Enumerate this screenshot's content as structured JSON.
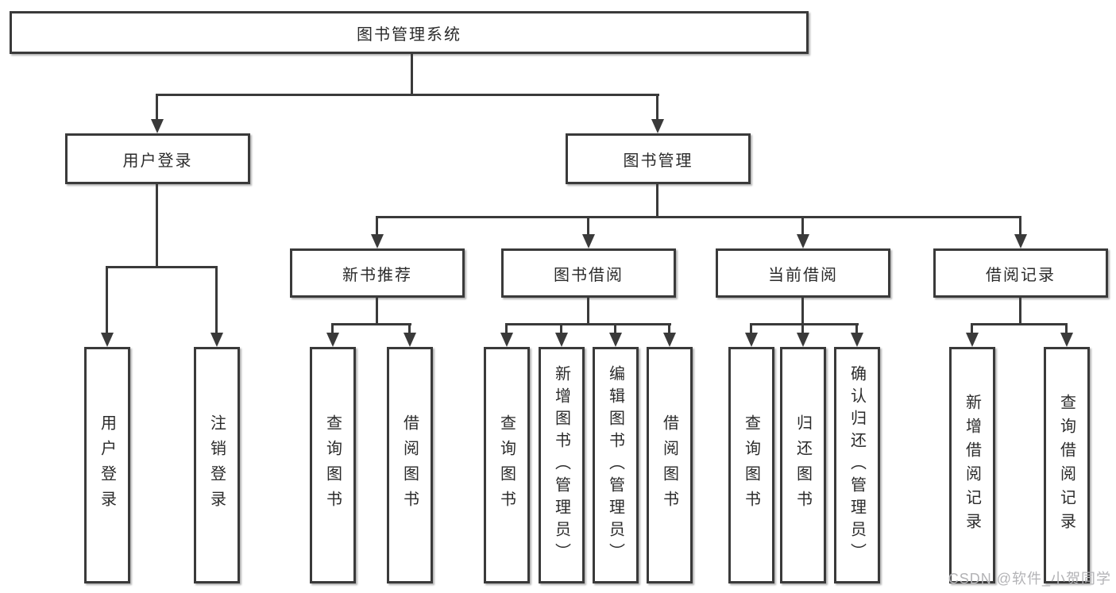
{
  "tree": {
    "root": {
      "label": "图书管理系统",
      "children": [
        {
          "label": "用户登录",
          "children": [
            {
              "label": "用户登录"
            },
            {
              "label": "注销登录"
            }
          ]
        },
        {
          "label": "图书管理",
          "children": [
            {
              "label": "新书推荐",
              "children": [
                {
                  "label": "查询图书"
                },
                {
                  "label": "借阅图书"
                }
              ]
            },
            {
              "label": "图书借阅",
              "children": [
                {
                  "label": "查询图书"
                },
                {
                  "label": "新增图书（管理员）"
                },
                {
                  "label": "编辑图书（管理员）"
                },
                {
                  "label": "借阅图书"
                }
              ]
            },
            {
              "label": "当前借阅",
              "children": [
                {
                  "label": "查询图书"
                },
                {
                  "label": "归还图书"
                },
                {
                  "label": "确认归还（管理员）"
                }
              ]
            },
            {
              "label": "借阅记录",
              "children": [
                {
                  "label": "新增借阅记录"
                },
                {
                  "label": "查询借阅记录"
                }
              ]
            }
          ]
        }
      ]
    }
  },
  "watermark": {
    "text": "CSDN @软件_小贺同学"
  },
  "colors": {
    "line": "#3a3a3a",
    "text": "#2b2b2b",
    "watermark": "#b3b3b6"
  }
}
